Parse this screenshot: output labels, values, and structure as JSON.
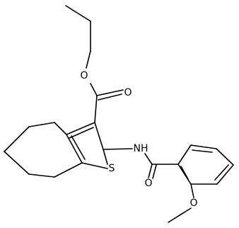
{
  "atom_labels": {
    "ester_o": "O",
    "carbonyl_o_ester": "O",
    "sulfur": "S",
    "amide_nh": "NH",
    "carbonyl_o_amide": "O",
    "methoxy_o": "O"
  },
  "colors": {
    "bond": "#000000",
    "text": "#000000",
    "background": "#ffffff"
  }
}
